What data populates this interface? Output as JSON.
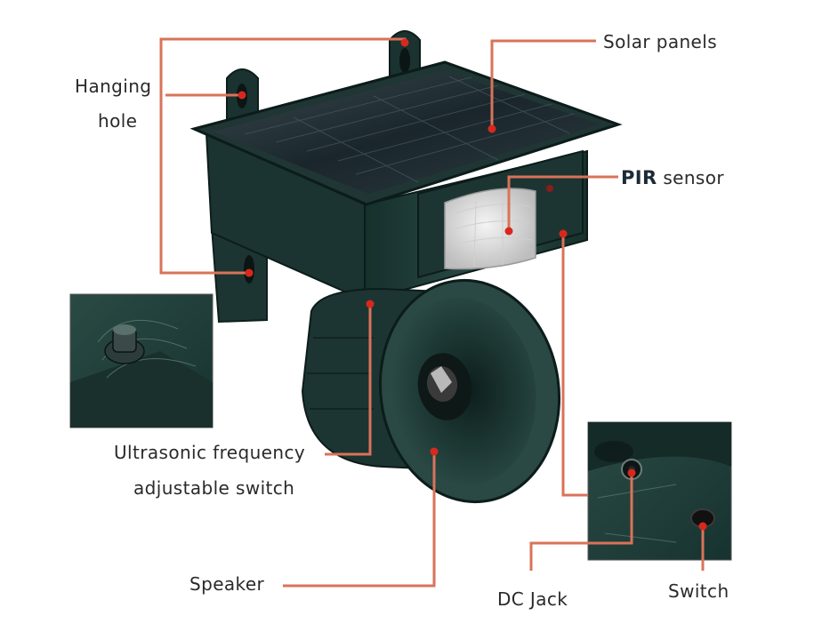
{
  "labels": {
    "hanging_hole_line1": "Hanging",
    "hanging_hole_line2": "hole",
    "solar_panels": "Solar panels",
    "pir_prefix": "PIR",
    "pir_suffix": " sensor",
    "ultrasonic_line1": "Ultrasonic frequency",
    "ultrasonic_line2": "adjustable switch",
    "speaker": "Speaker",
    "dc_jack": "DC Jack",
    "switch": "Switch"
  },
  "colors": {
    "leader_line": "#d9735a",
    "dot": "#d8281e",
    "device_body": "#1f3a36",
    "device_dark": "#142624",
    "solar_panel": "#1b2a2e",
    "pir_lens": "#e6e6e6",
    "background": "#ffffff"
  }
}
